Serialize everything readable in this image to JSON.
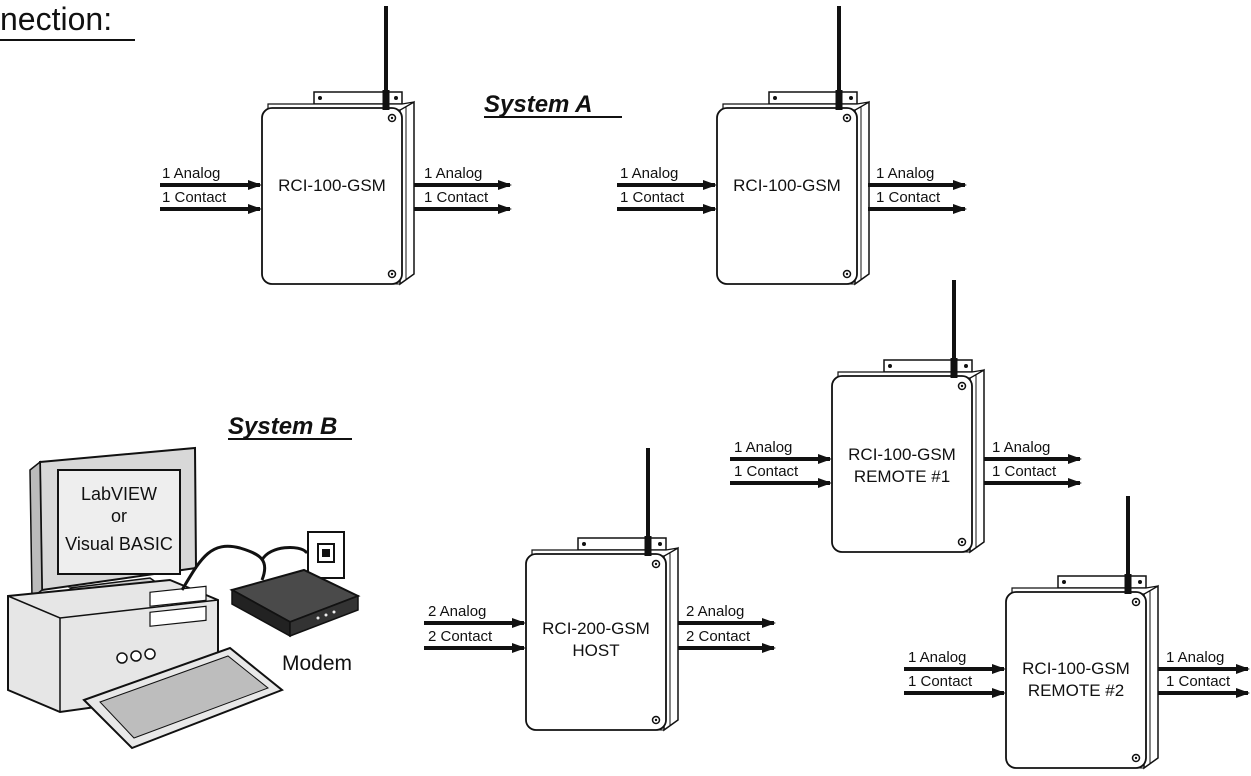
{
  "header_fragment": "nection:",
  "system_a": {
    "title": "System A",
    "units": [
      {
        "label": "RCI-100-GSM",
        "inputs": [
          "1 Analog",
          "1 Contact"
        ],
        "outputs": [
          "1 Analog",
          "1 Contact"
        ]
      },
      {
        "label": "RCI-100-GSM",
        "inputs": [
          "1 Analog",
          "1 Contact"
        ],
        "outputs": [
          "1 Analog",
          "1 Contact"
        ]
      }
    ]
  },
  "system_b": {
    "title": "System B",
    "computer": {
      "screen_lines": [
        "LabVIEW",
        "or",
        "Visual BASIC"
      ]
    },
    "modem_label": "Modem",
    "host": {
      "label_line1": "RCI-200-GSM",
      "label_line2": "HOST",
      "inputs": [
        "2 Analog",
        "2 Contact"
      ],
      "outputs": [
        "2 Analog",
        "2 Contact"
      ]
    },
    "remote1": {
      "label_line1": "RCI-100-GSM",
      "label_line2": "REMOTE #1",
      "inputs": [
        "1 Analog",
        "1 Contact"
      ],
      "outputs": [
        "1 Analog",
        "1 Contact"
      ]
    },
    "remote2": {
      "label_line1": "RCI-100-GSM",
      "label_line2": "REMOTE #2",
      "inputs": [
        "1 Analog",
        "1 Contact"
      ],
      "outputs": [
        "1 Analog",
        "1 Contact"
      ]
    }
  }
}
